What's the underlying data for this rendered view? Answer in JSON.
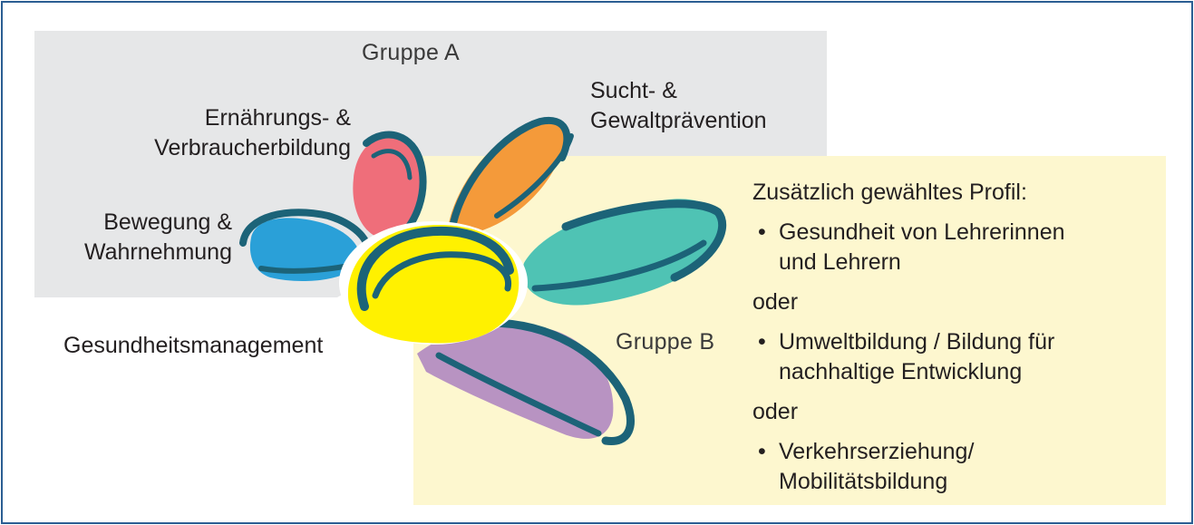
{
  "group_a": {
    "title": "Gruppe A",
    "petals": [
      {
        "line1": "Bewegung &",
        "line2": "Wahrnehmung",
        "icon": "blue-petal",
        "color": "#2aa0d8"
      },
      {
        "line1": "Ernährungs- &",
        "line2": "Verbraucherbildung",
        "icon": "red-petal",
        "color": "#ef6e7a"
      },
      {
        "line1": "Sucht- &",
        "line2": "Gewaltprävention",
        "icon": "orange-petal",
        "color": "#f49a3a"
      }
    ]
  },
  "center": {
    "label": "Gesundheitsmanagement",
    "icon": "yellow-center",
    "color": "#fff100"
  },
  "group_b": {
    "title": "Gruppe B",
    "heading": "Zusätzlich gewähltes Profil:",
    "bullet_char": "•",
    "options": [
      {
        "line1": "Gesundheit von Lehrerinnen",
        "line2": "und Lehrern"
      },
      {
        "line1": "Umweltbildung / Bildung für",
        "line2": "nachhaltige Entwicklung"
      },
      {
        "line1": "Verkehrserziehung/",
        "line2": "Mobilitätsbildung"
      }
    ],
    "separator": "oder",
    "petal_colors": {
      "teal": "#4fc3b4",
      "purple": "#b893c2"
    }
  },
  "colors": {
    "frame": "#2a5d92",
    "group_a_bg": "#e6e7e8",
    "group_b_bg": "#fdf7cf",
    "stroke": "#1c6378"
  }
}
